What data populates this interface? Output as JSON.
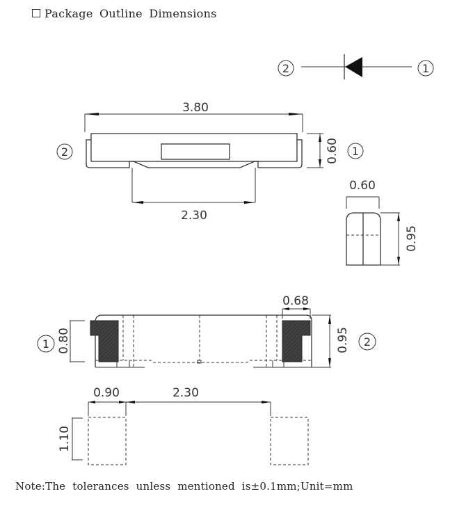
{
  "title": "Package Outline Dimensions",
  "note": "Note:The tolerances unless mentioned  is±0.1mm;Unit=mm",
  "symbol": {
    "left_pin": "2",
    "right_pin": "1"
  },
  "top_view": {
    "length": "3.80",
    "height": "0.60",
    "bottom_span": "2.30",
    "left_pin": "2",
    "right_pin": "1"
  },
  "side_view": {
    "width": "0.60",
    "height": "0.95"
  },
  "bottom_view": {
    "pad_width": "0.68",
    "pad_height": "0.80",
    "total_height": "0.95",
    "left_pin": "1",
    "right_pin": "2"
  },
  "footprint": {
    "pad_width": "0.90",
    "pad_spacing": "2.30",
    "pad_height": "1.10"
  },
  "colors": {
    "line": "#333333",
    "pad_fill": "#3a3a3a",
    "background": "#ffffff"
  }
}
